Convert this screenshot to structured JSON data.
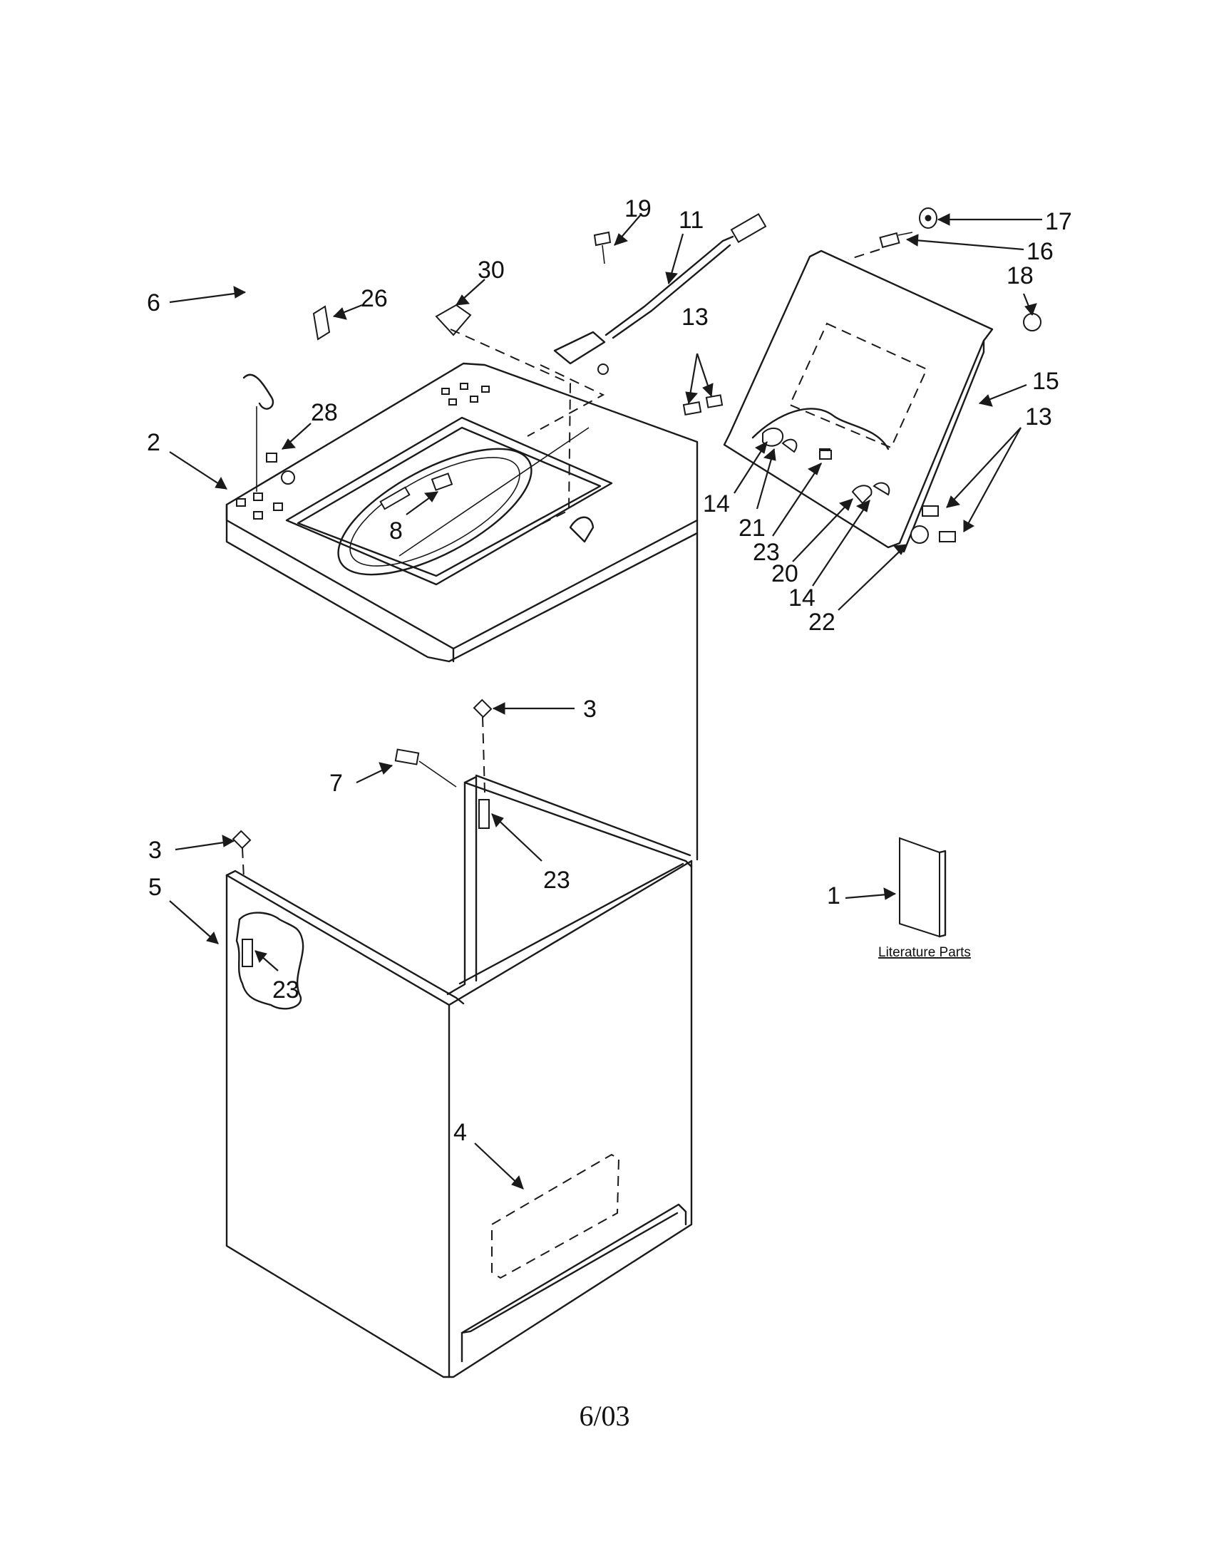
{
  "callouts": [
    {
      "id": "c1",
      "text": "1"
    },
    {
      "id": "c2",
      "text": "2"
    },
    {
      "id": "c3a",
      "text": "3"
    },
    {
      "id": "c3b",
      "text": "3"
    },
    {
      "id": "c4",
      "text": "4"
    },
    {
      "id": "c5",
      "text": "5"
    },
    {
      "id": "c6",
      "text": "6"
    },
    {
      "id": "c7",
      "text": "7"
    },
    {
      "id": "c8",
      "text": "8"
    },
    {
      "id": "c11",
      "text": "11"
    },
    {
      "id": "c13a",
      "text": "13"
    },
    {
      "id": "c13b",
      "text": "13"
    },
    {
      "id": "c14a",
      "text": "14"
    },
    {
      "id": "c14b",
      "text": "14"
    },
    {
      "id": "c15",
      "text": "15"
    },
    {
      "id": "c16",
      "text": "16"
    },
    {
      "id": "c17",
      "text": "17"
    },
    {
      "id": "c18",
      "text": "18"
    },
    {
      "id": "c19",
      "text": "19"
    },
    {
      "id": "c20",
      "text": "20"
    },
    {
      "id": "c21",
      "text": "21"
    },
    {
      "id": "c22",
      "text": "22"
    },
    {
      "id": "c23a",
      "text": "23"
    },
    {
      "id": "c23b",
      "text": "23"
    },
    {
      "id": "c23c",
      "text": "23"
    },
    {
      "id": "c26",
      "text": "26"
    },
    {
      "id": "c28",
      "text": "28"
    },
    {
      "id": "c30",
      "text": "30"
    }
  ],
  "literature_label": "Literature Parts",
  "footer_date": "6/03"
}
